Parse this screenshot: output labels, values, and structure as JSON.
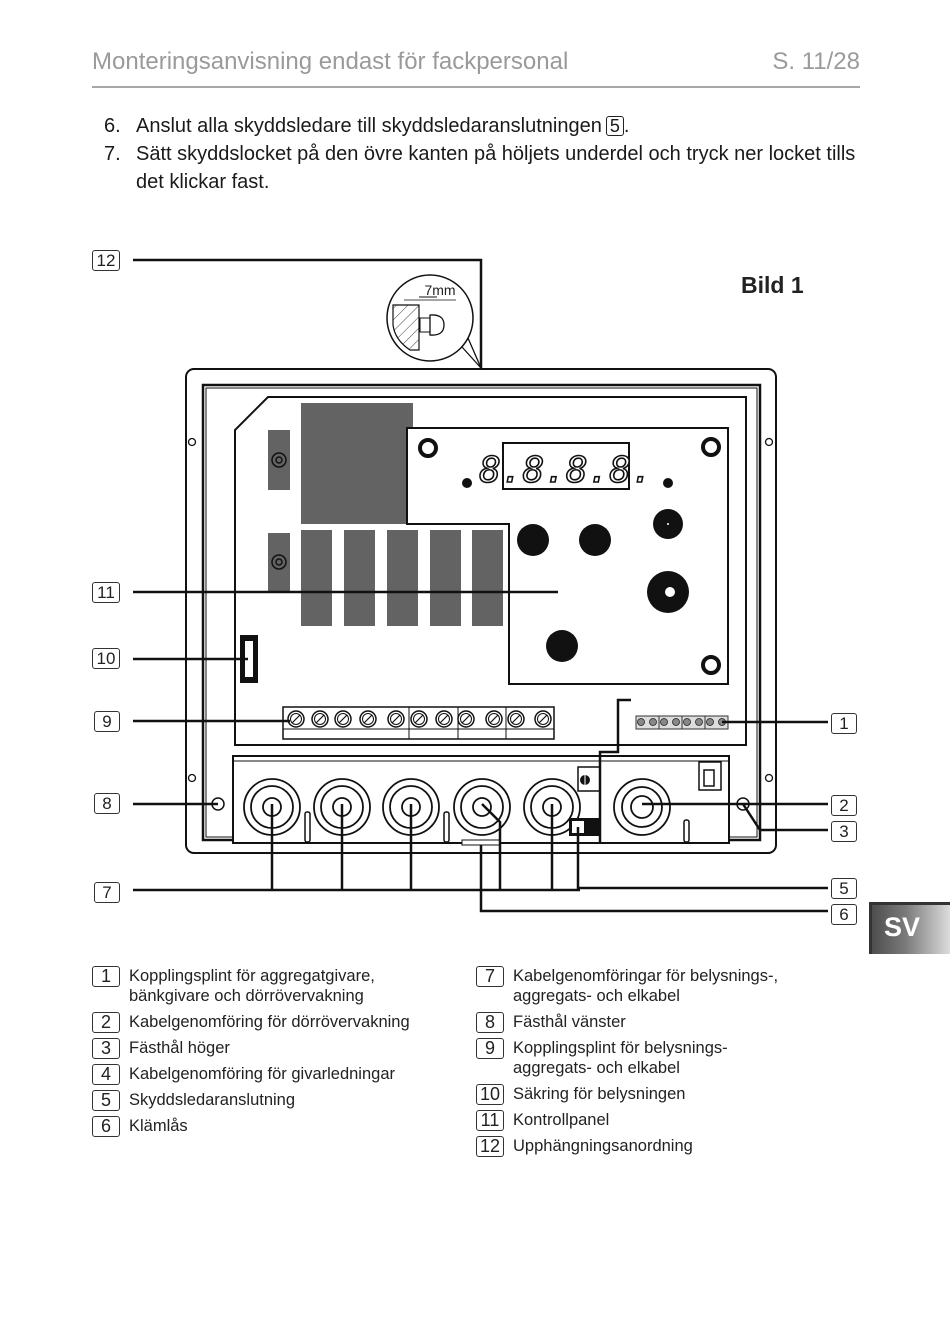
{
  "header": {
    "title": "Monteringsanvisning endast för fackpersonal",
    "page": "S. 11/28"
  },
  "steps": [
    {
      "num": "6.",
      "text": "Anslut alla skyddsledare till skyddsledaranslutningen",
      "ref": "5",
      "suffix": "."
    },
    {
      "num": "7.",
      "text": "Sätt skyddslocket på den övre kanten på höljets underdel och tryck ner locket tills det klickar fast."
    }
  ],
  "figure": {
    "title": "Bild 1",
    "detail_dimension": "7mm",
    "display_digits": "8.8.8.8.",
    "callouts": [
      "1",
      "2",
      "3",
      "5",
      "6",
      "7",
      "8",
      "9",
      "10",
      "11",
      "12"
    ]
  },
  "language_tab": "SV",
  "legend": {
    "left": [
      {
        "num": "1",
        "text": "Kopplingsplint för aggregatgivare,\nbänkgivare och dörrövervakning"
      },
      {
        "num": "2",
        "text": "Kabelgenomföring för dörrövervakning"
      },
      {
        "num": "3",
        "text": "Fästhål höger"
      },
      {
        "num": "4",
        "text": "Kabelgenomföring för givarledningar"
      },
      {
        "num": "5",
        "text": "Skyddsledaranslutning"
      },
      {
        "num": "6",
        "text": "Klämlås"
      }
    ],
    "right": [
      {
        "num": "7",
        "text": "Kabelgenomföringar för belysnings-,\naggregats- och elkabel"
      },
      {
        "num": "8",
        "text": "Fästhål vänster"
      },
      {
        "num": "9",
        "text": "Kopplingsplint för belysnings-\naggregats- och elkabel"
      },
      {
        "num": "10",
        "text": "Säkring för belysningen"
      },
      {
        "num": "11",
        "text": "Kontrollpanel"
      },
      {
        "num": "12",
        "text": "Upphängningsanordning"
      }
    ]
  }
}
